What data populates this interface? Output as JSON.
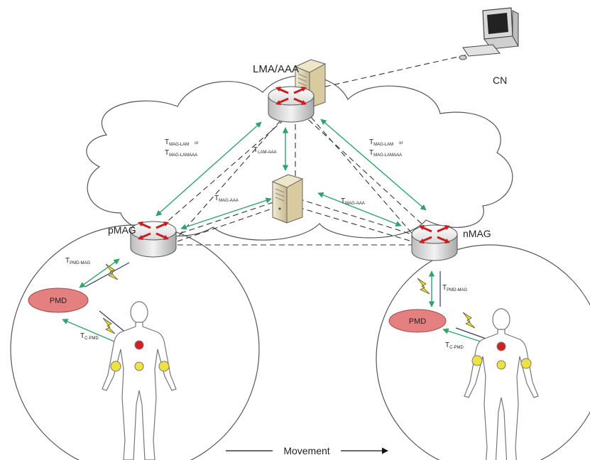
{
  "nodes": {
    "lma": {
      "label": "LMA/AAA"
    },
    "cn": {
      "label": "CN"
    },
    "pmag": {
      "label": "pMAG"
    },
    "nmag": {
      "label": "nMAG"
    },
    "pmd_left": {
      "label": "PMD"
    },
    "pmd_right": {
      "label": "PMD"
    }
  },
  "links": {
    "t_mag_lam_left": {
      "main": "T",
      "sub1": "MAG-LAM",
      "or": "or",
      "main2": "T",
      "sub2": "MAG-LAMAAA"
    },
    "t_mag_lam_right": {
      "main": "T",
      "sub1": "MAG-LAM",
      "or": "or",
      "main2": "T",
      "sub2": "MAG-LAMAAA"
    },
    "t_lam_aaa": {
      "main": "T",
      "sub": "LAM-AAA"
    },
    "t_mag_aaa_left": {
      "main": "T",
      "sub": "MAG-AAA"
    },
    "t_mag_aaa_right": {
      "main": "T",
      "sub": "MAG-AAA"
    },
    "t_pmd_mag_left": {
      "main": "T",
      "sub": "PMD-MAG"
    },
    "t_pmd_mag_right": {
      "main": "T",
      "sub": "PMD-MAG"
    },
    "t_c_pmd_left": {
      "main": "T",
      "sub": "C-PMD"
    },
    "t_c_pmd_right": {
      "main": "T",
      "sub": "C-PMD"
    }
  },
  "movement": {
    "label": "Movement"
  },
  "colors": {
    "link_green": "#2fa36b",
    "pmd_fill": "#e58080",
    "router_red": "#d42020",
    "sensor_yellow": "#f0e040",
    "lightning": "#f2e600"
  }
}
